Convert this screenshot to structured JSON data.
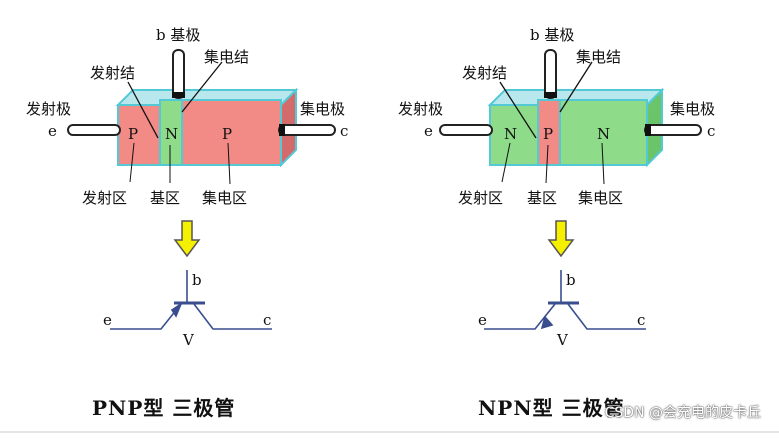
{
  "pnp": {
    "base_label": "b 基极",
    "collector_junction": "集电结",
    "emitter_junction": "发射结",
    "emitter_electrode": "发射极",
    "collector_electrode": "集电极",
    "emitter_terminal": "e",
    "collector_terminal": "c",
    "emitter_region_type": "P",
    "base_region_type": "N",
    "collector_region_type": "P",
    "emitter_region": "发射区",
    "base_region": "基区",
    "collector_region": "集电区",
    "symbol": {
      "b": "b",
      "e": "e",
      "c": "c",
      "v": "V"
    },
    "caption": "PNP型 三极管"
  },
  "npn": {
    "base_label": "b 基极",
    "collector_junction": "集电结",
    "emitter_junction": "发射结",
    "emitter_electrode": "发射极",
    "collector_electrode": "集电极",
    "emitter_terminal": "e",
    "collector_terminal": "c",
    "emitter_region_type": "N",
    "base_region_type": "P",
    "collector_region_type": "N",
    "emitter_region": "发射区",
    "base_region": "基区",
    "collector_region": "集电区",
    "symbol": {
      "b": "b",
      "e": "e",
      "c": "c",
      "v": "V"
    },
    "caption": "NPN型 三极管"
  },
  "watermark": "CSDN @会充电的皮卡丘",
  "colors": {
    "p_region": "#f28a86",
    "n_region": "#8edc8a",
    "outline": "#53c9d6",
    "arrow_fill": "#f4f000",
    "symbol_line": "#3a4d8f"
  }
}
